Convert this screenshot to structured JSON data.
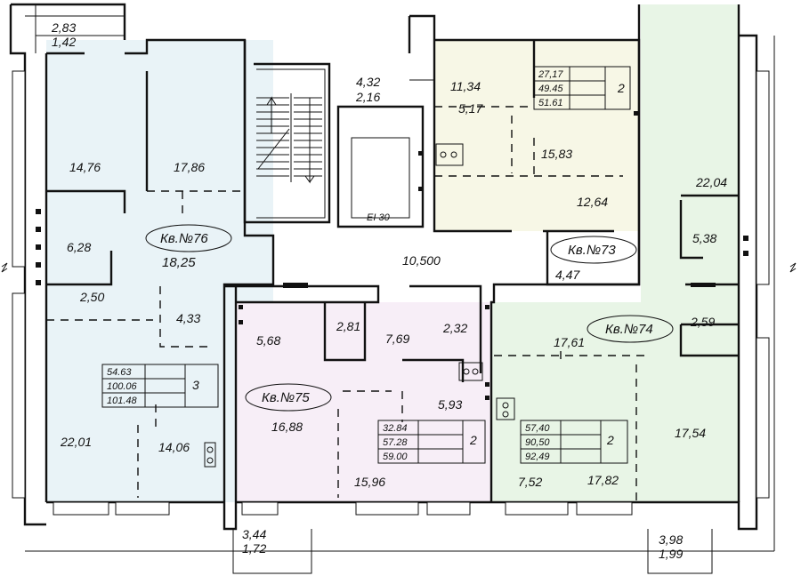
{
  "colors": {
    "apt76": "#e9f3f7",
    "apt73": "#f7f7e6",
    "apt75": "#f7eef7",
    "apt74": "#e8f5e6",
    "walls": "#111111"
  },
  "apartments": [
    {
      "id": "76",
      "label": "Кв.№76",
      "summary": [
        "54.63",
        "100.06",
        "101.48"
      ],
      "rooms_count": "3",
      "rooms": [
        "14,76",
        "17,86",
        "6,28",
        "18,25",
        "2,50",
        "4,33",
        "22,01",
        "14,06"
      ]
    },
    {
      "id": "73",
      "label": "Кв.№73",
      "summary": [
        "27,17",
        "49.45",
        "51.61"
      ],
      "rooms_count": "2",
      "rooms": [
        "11,34",
        "5,17",
        "15,83",
        "12,64",
        "4,47"
      ]
    },
    {
      "id": "75",
      "label": "Кв.№75",
      "summary": [
        "32.84",
        "57.28",
        "59.00"
      ],
      "rooms_count": "2",
      "rooms": [
        "5,68",
        "2,81",
        "7,69",
        "2,32",
        "5,93",
        "16,88",
        "15,96"
      ]
    },
    {
      "id": "74",
      "label": "Кв.№74",
      "summary": [
        "57,40",
        "90,50",
        "92,49"
      ],
      "rooms_count": "2",
      "rooms": [
        "22,04",
        "5,38",
        "17,61",
        "2,59",
        "17,54",
        "7,52",
        "17,82"
      ]
    }
  ],
  "common": {
    "top_left_pair": [
      "2,83",
      "1,42"
    ],
    "stair_pair": [
      "4,32",
      "2,16"
    ],
    "elevator": "EI 30",
    "corridor": "10,500",
    "bottom_left_pair": [
      "3,44",
      "1,72"
    ],
    "bottom_right_pair": [
      "3,98",
      "1,99"
    ]
  }
}
